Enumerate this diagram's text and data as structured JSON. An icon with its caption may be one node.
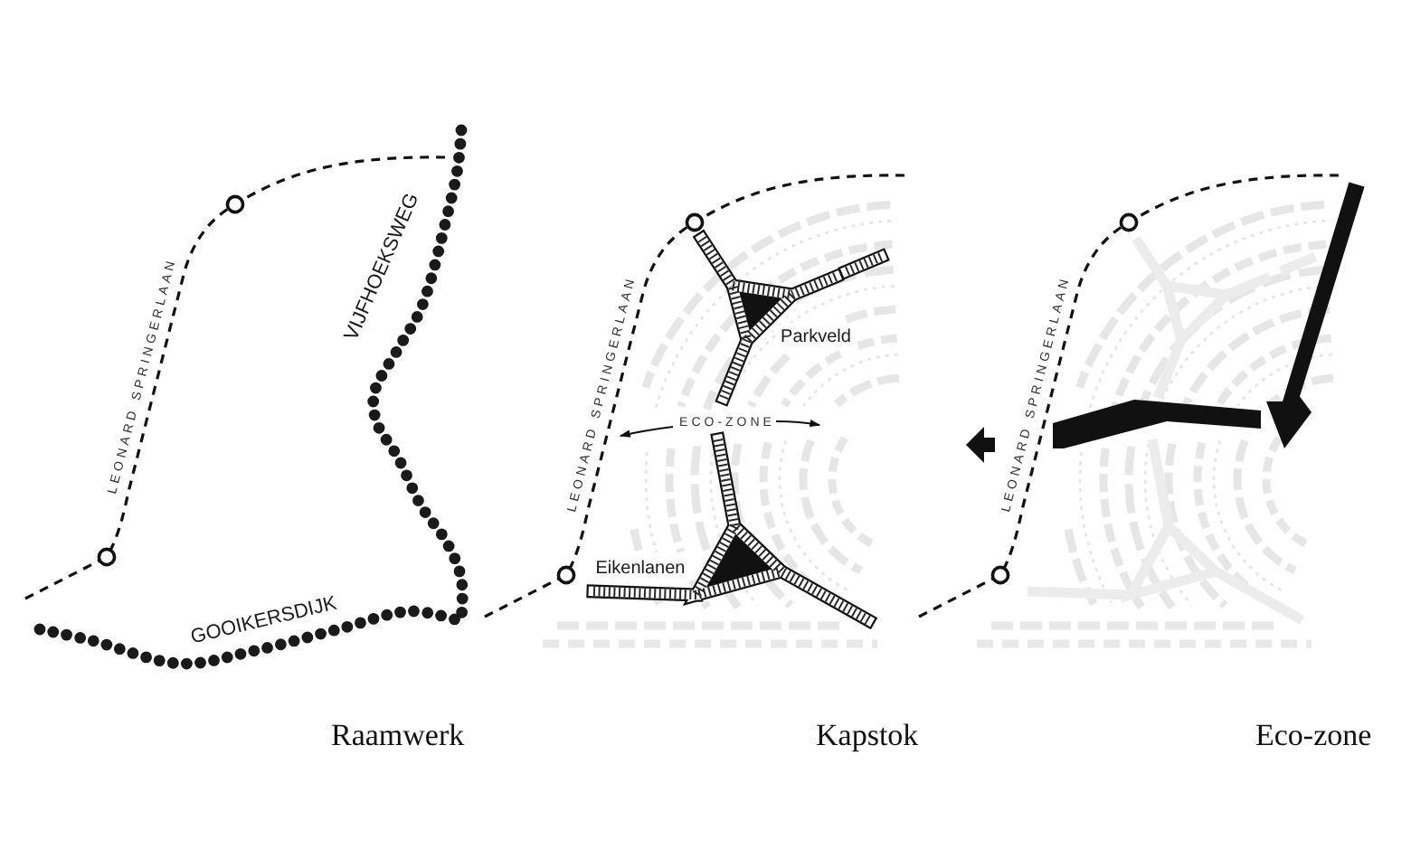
{
  "diagram": {
    "labels": [
      "VIJFHOEKSWEG",
      "LEONARD SPRINGERLAAN",
      "GOOIKERSDIJK",
      "LEONARD SPRINGERLAAN",
      "Parkveld",
      "ECO-ZONE",
      "Eikenlanen",
      "LEONARD SPRINGERLAAN",
      "Raamwerk",
      "Kapstok",
      "Eco-zone"
    ]
  }
}
